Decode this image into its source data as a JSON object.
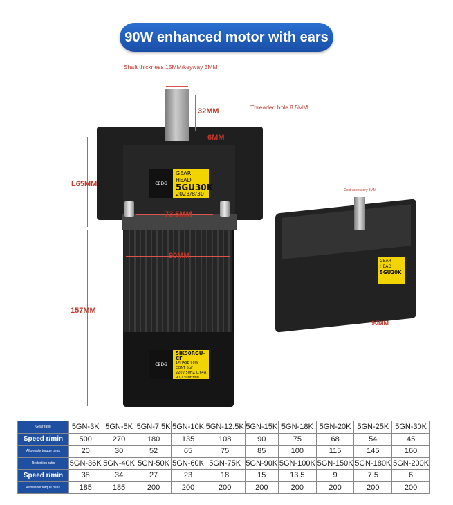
{
  "title": "90W enhanced motor with ears",
  "notes": {
    "shaft": "Shaft thickness 15MM/keyway 5MM",
    "threaded": "Threaded hole 8.5MM",
    "side": "Gold accessory 8MM"
  },
  "dims": {
    "shaft_len": "32MM",
    "key": "6MM",
    "l65": "L65MM",
    "w735": "73.5MM",
    "w90": "90MM",
    "h157": "157MM",
    "side_90": "90MM"
  },
  "labels": {
    "gear": {
      "brand": "CBDG",
      "l1": "GEAR HEAD",
      "model": "5GU30K",
      "date": "2023/8/30"
    },
    "motor": {
      "brand": "CBDG",
      "model": "5IK90RGU-CF",
      "l2": "1PHASE 90W CONT 5uF",
      "l3": "220V 50HZ 0.64A 90/1300r/min"
    },
    "side": {
      "l1": "GEAR HEAD",
      "model": "5GU20K"
    }
  },
  "table": {
    "head_model": "Gear ratio",
    "head_speed": "Speed r/min",
    "head_torque": "Allowable torque peak",
    "row1_models": [
      "5GN-3K",
      "5GN-5K",
      "5GN-7.5K",
      "5GN-10K",
      "5GN-12.5K",
      "5GN-15K",
      "5GN-18K",
      "5GN-20K",
      "5GN-25K",
      "5GN-30K"
    ],
    "row1_speeds": [
      "500",
      "270",
      "180",
      "135",
      "108",
      "90",
      "75",
      "68",
      "54",
      "45"
    ],
    "row1_torque": [
      "20",
      "30",
      "52",
      "65",
      "75",
      "85",
      "100",
      "115",
      "145",
      "160"
    ],
    "head_model2": "Reduction ratio",
    "row2_models": [
      "5GN-36K",
      "5GN-40K",
      "5GN-50K",
      "5GN-60K",
      "5GN-75K",
      "5GN-90K",
      "5GN-100K",
      "5GN-150K",
      "5GN-180K",
      "5GN-200K"
    ],
    "row2_speeds": [
      "38",
      "34",
      "27",
      "23",
      "18",
      "15",
      "13.5",
      "9",
      "7.5",
      "6"
    ],
    "row2_torque": [
      "185",
      "185",
      "200",
      "200",
      "200",
      "200",
      "200",
      "200",
      "200",
      "200"
    ]
  }
}
